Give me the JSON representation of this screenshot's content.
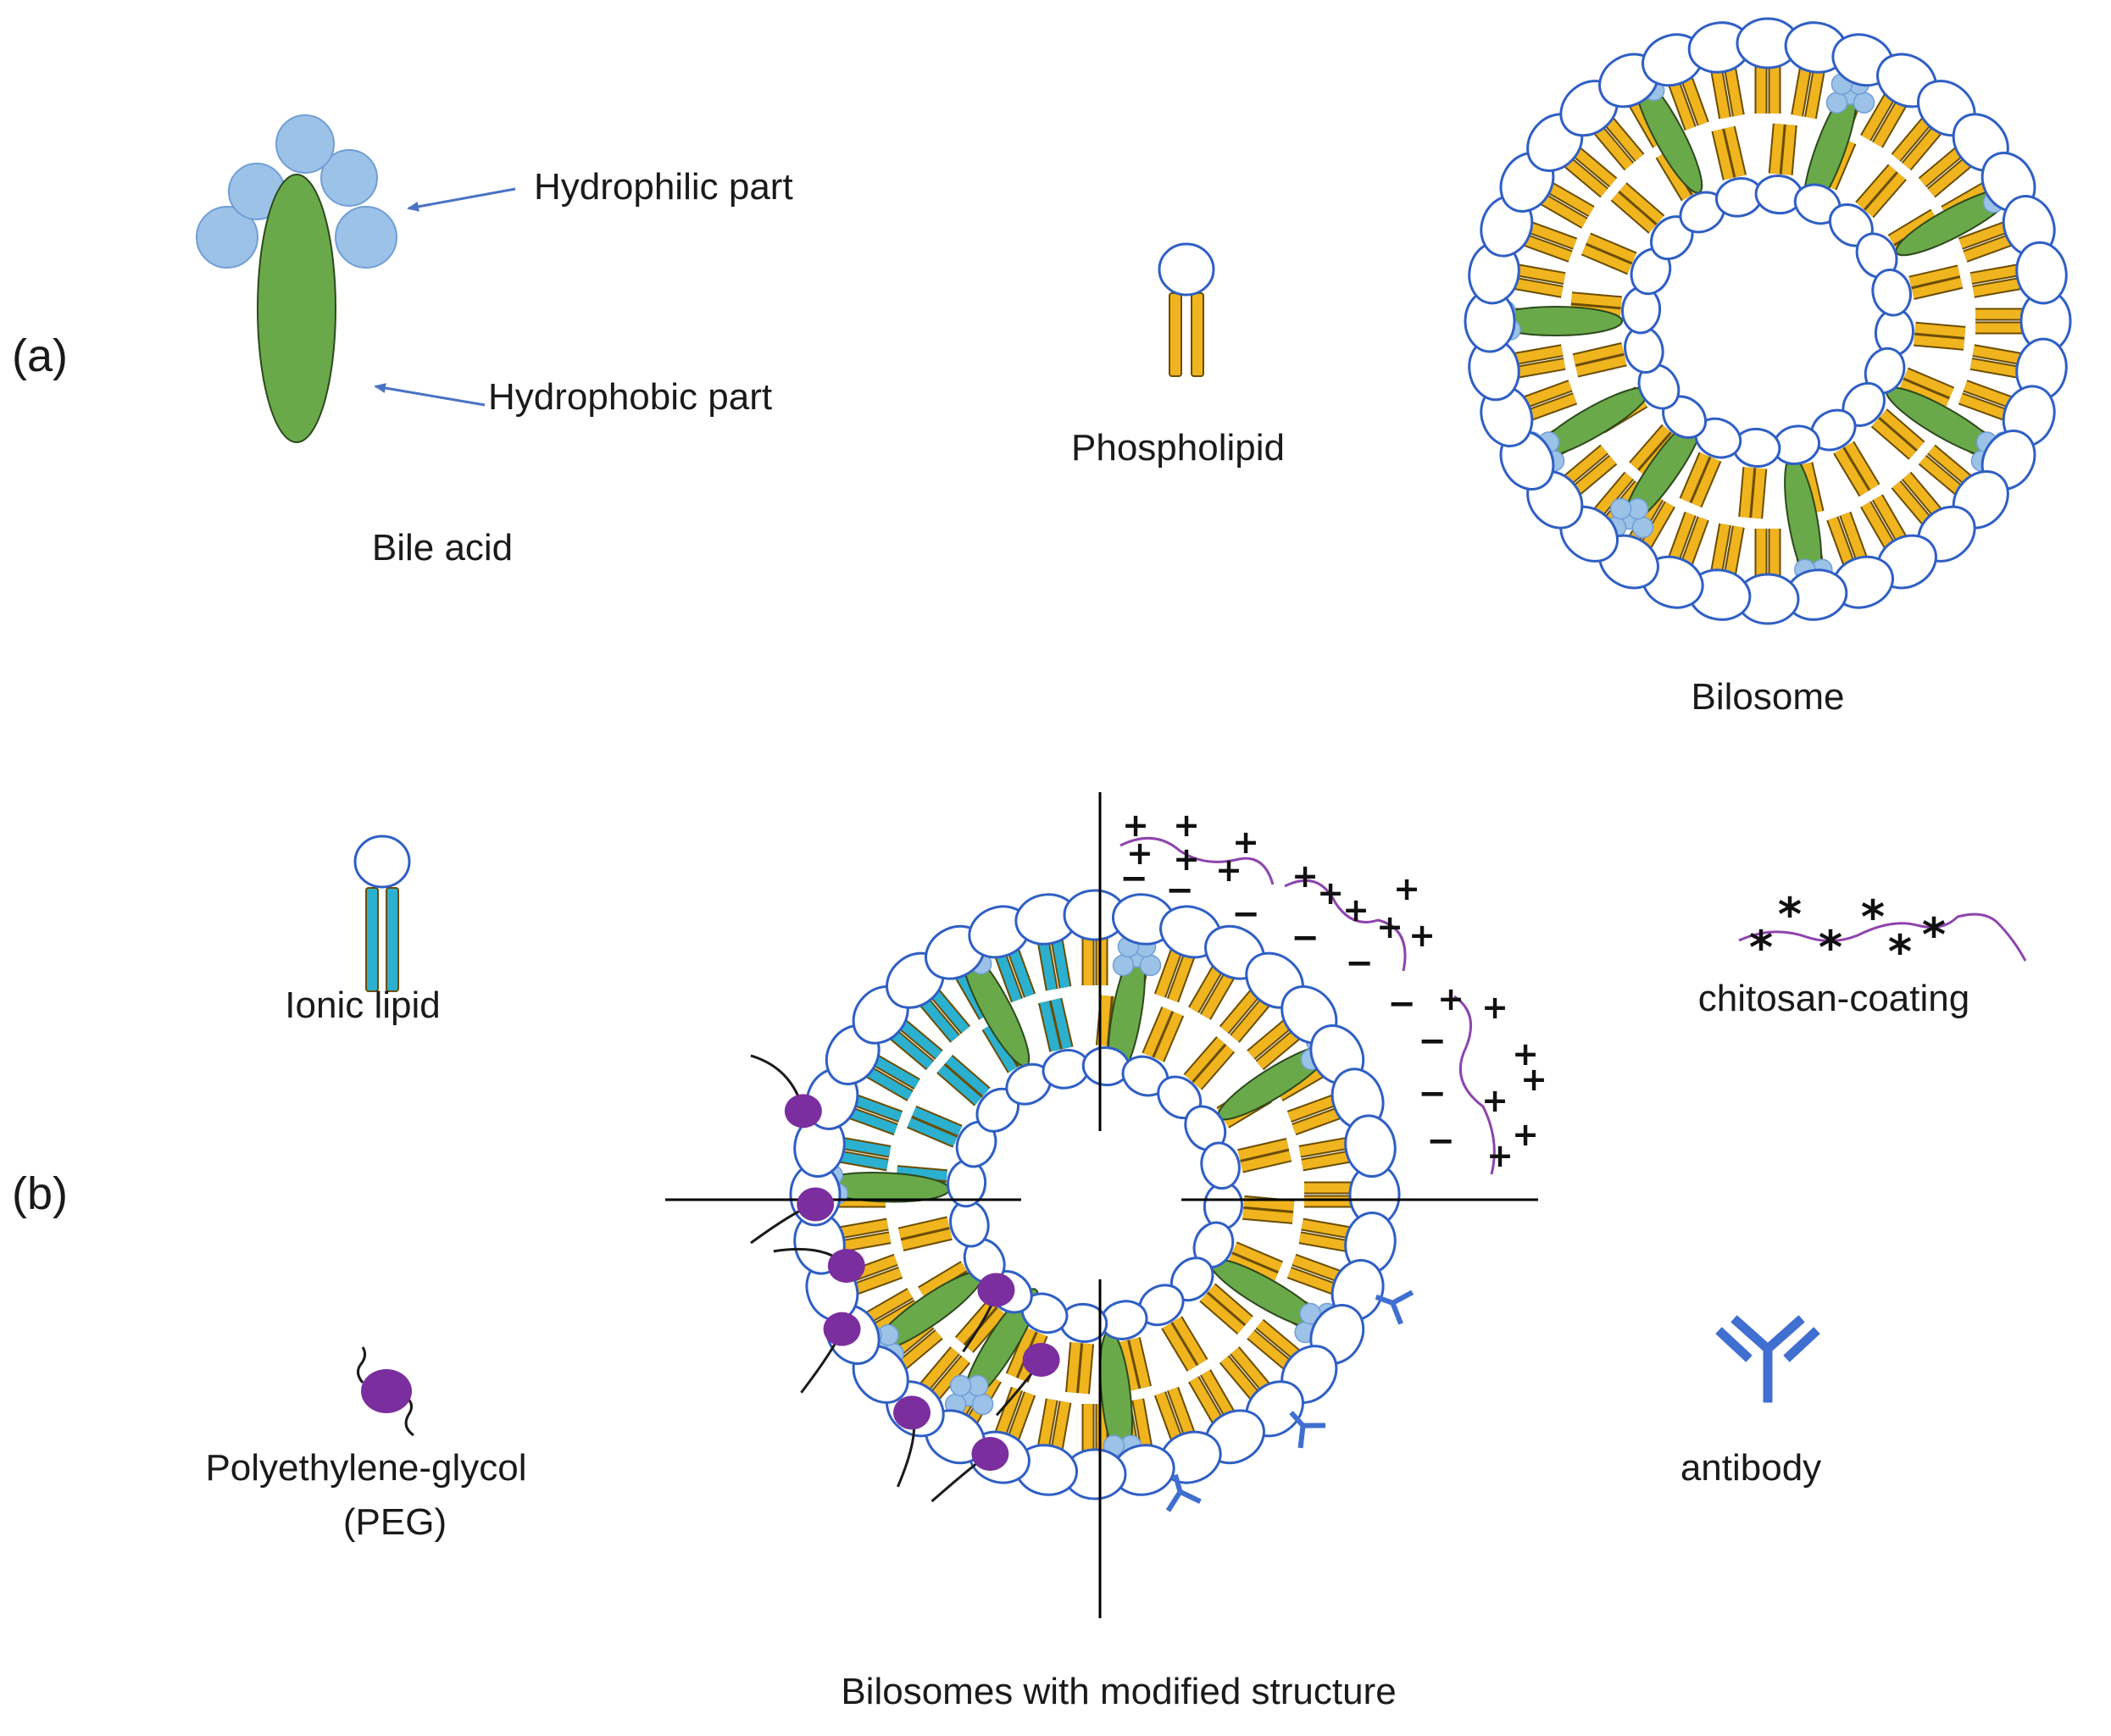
{
  "panels": {
    "a": "(a)",
    "b": "(b)"
  },
  "labels": {
    "hydrophilic": "Hydrophilic part",
    "hydrophobic": "Hydrophobic part",
    "bile_acid": "Bile acid",
    "phospholipid": "Phospholipid",
    "bilosome": "Bilosome",
    "ionic_lipid": "Ionic lipid",
    "peg": "Polyethylene-glycol",
    "peg_abbr": "(PEG)",
    "chitosan": "chitosan-coating",
    "antibody": "antibody",
    "modified": "Bilosomes with modified structure"
  },
  "charges": {
    "positive": "+",
    "negative": "−"
  },
  "colors": {
    "head_outline": "#2f5fc4",
    "tail_gold": "#f0b41e",
    "tail_outline": "#6b4d00",
    "tail_ionic": "#2bb0cf",
    "bile_green": "#6aa94a",
    "bile_blue": "#9cc2e8",
    "peg_purple": "#7b2e9e",
    "chitosan_purple": "#8e44ad",
    "antibody_blue": "#3f6fd0",
    "arrow_blue": "#4a72c4",
    "axis_black": "#000000"
  },
  "icons": [
    "bile-acid-icon",
    "phospholipid-icon",
    "ionic-lipid-icon",
    "peg-icon",
    "chitosan-icon",
    "antibody-icon",
    "bilosome-icon"
  ]
}
